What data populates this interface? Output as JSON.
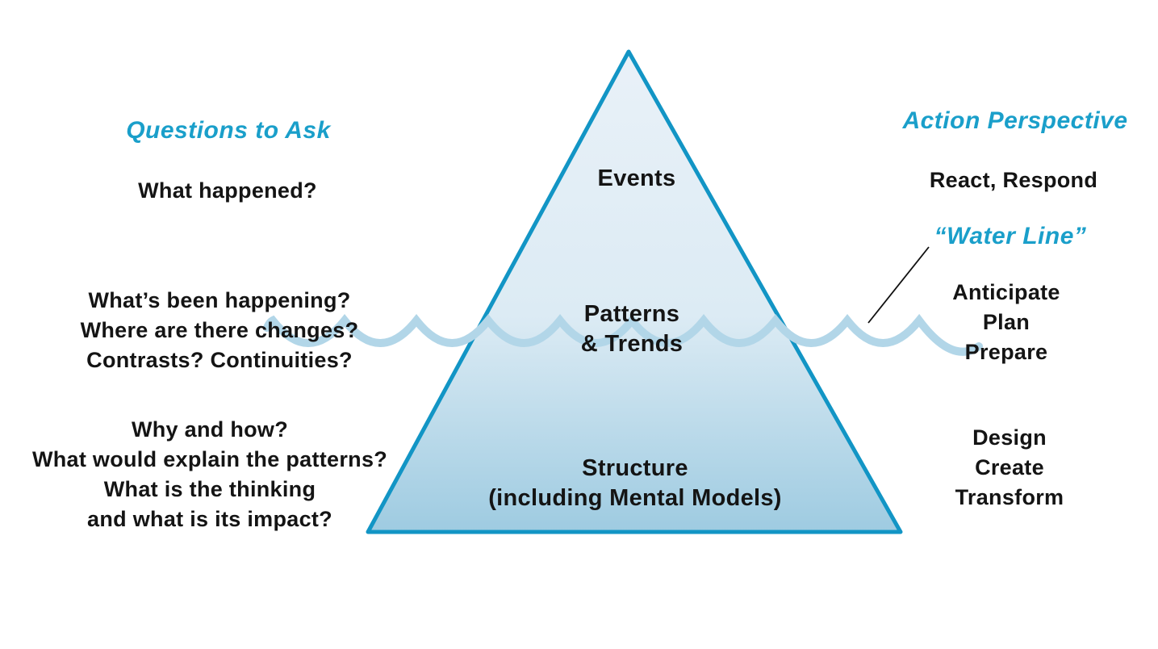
{
  "title": "Iceberg Model diagram",
  "colors": {
    "accent": "#1a9fca",
    "triangle_border": "#1295c5",
    "triangle_fill_top": "#e9f1f8",
    "triangle_fill_mid": "#dcebf4",
    "triangle_fill_bottom": "#9ecbe1",
    "wave": "#b2d6e8",
    "text": "#141414"
  },
  "left_column": {
    "heading": "Questions to Ask",
    "level1_lines": [
      "What happened?"
    ],
    "level2_lines": [
      "What’s been happening?",
      "Where are there changes?",
      "Contrasts? Continuities?"
    ],
    "level3_lines": [
      "Why and how?",
      "What would explain the patterns?",
      "What is the thinking",
      "and what is its impact?"
    ]
  },
  "right_column": {
    "heading": "Action Perspective",
    "level1_lines": [
      "React, Respond"
    ],
    "water_line_label": "“Water Line”",
    "level2_lines": [
      "Anticipate",
      "Plan",
      "Prepare"
    ],
    "level3_lines": [
      "Design",
      "Create",
      "Transform"
    ]
  },
  "iceberg": {
    "level1_label": "Events",
    "level2_lines": [
      "Patterns",
      "& Trends"
    ],
    "level3_lines": [
      "Structure",
      "(including Mental Models)"
    ]
  }
}
